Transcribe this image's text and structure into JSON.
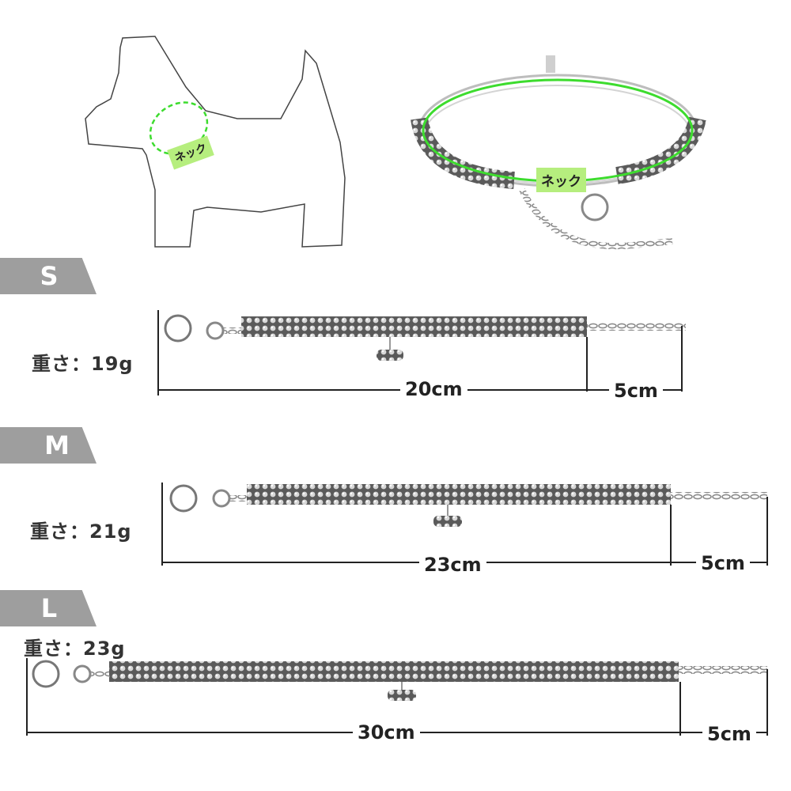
{
  "illustration": {
    "dog_neck_label": "ネック",
    "collar_neck_label": "ネック",
    "accent_color": "#3ddc2e"
  },
  "sizes": [
    {
      "size": "S",
      "weight": "重さ：19g",
      "length": "20cm",
      "extension": "5cm"
    },
    {
      "size": "M",
      "weight": "重さ：21g",
      "length": "23cm",
      "extension": "5cm"
    },
    {
      "size": "L",
      "weight": "重さ：23g",
      "length": "30cm",
      "extension": "5cm"
    }
  ],
  "colors": {
    "tab_gray": "#9e9e9e",
    "label_green": "#b6ee7e",
    "rhinestone_gray": "#6e6e6e"
  }
}
